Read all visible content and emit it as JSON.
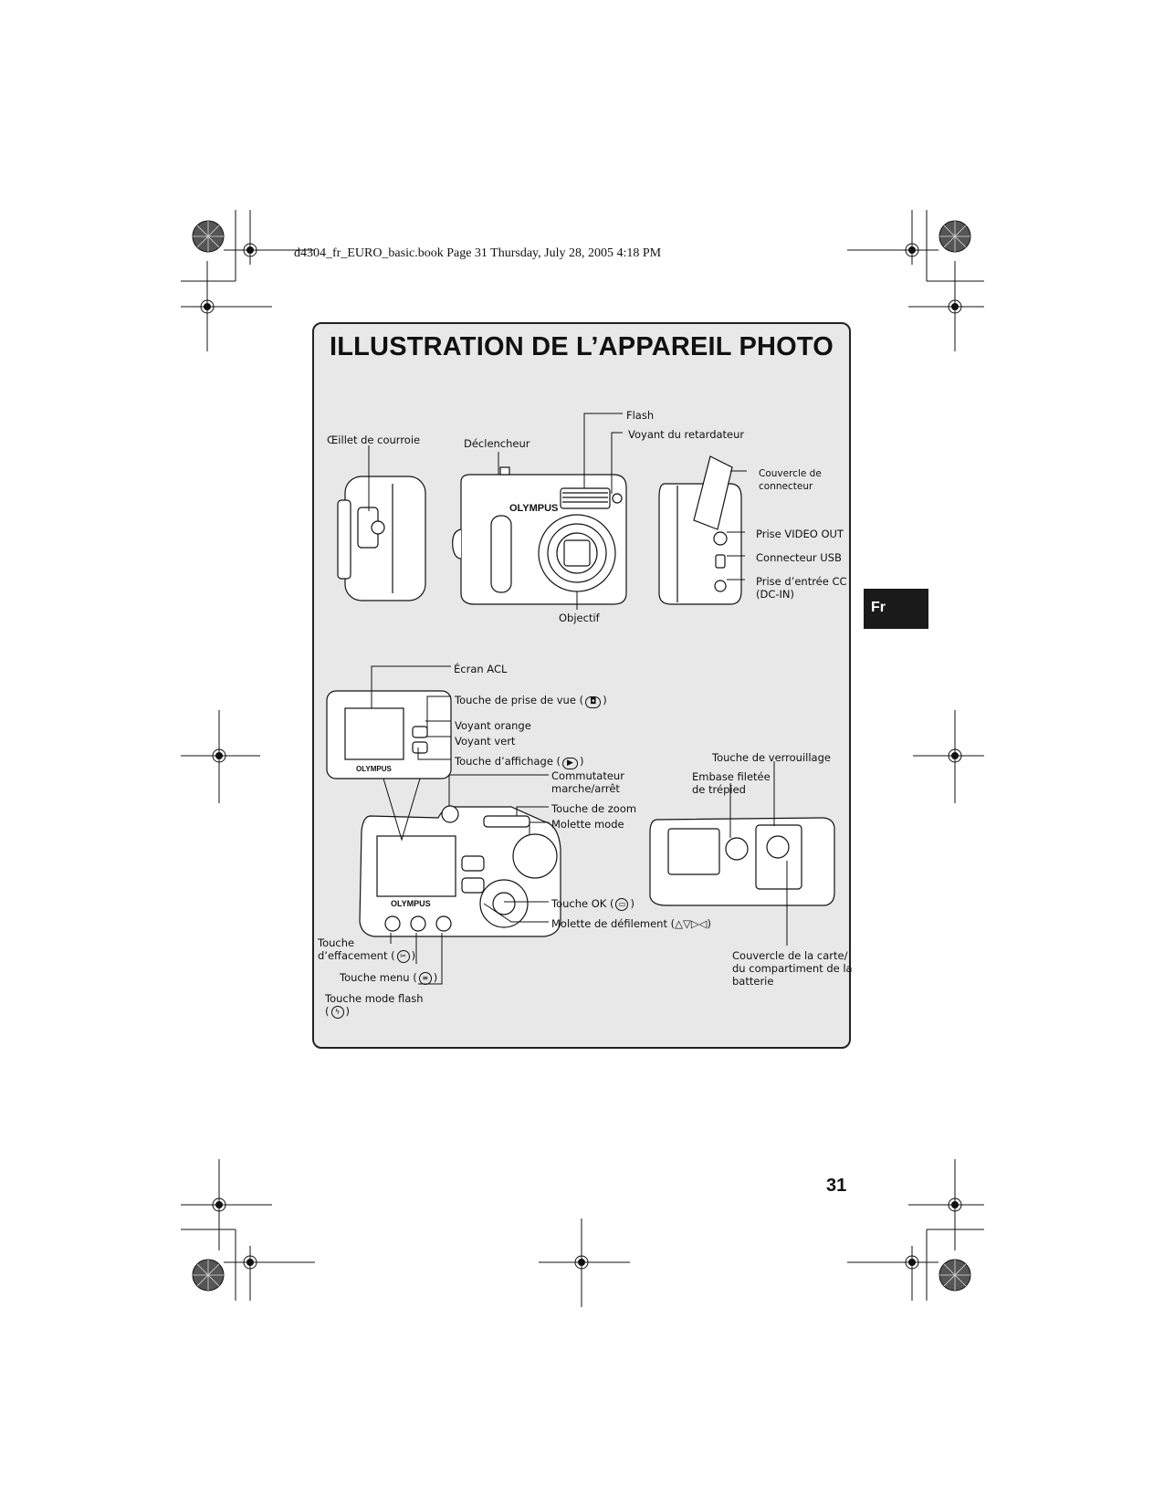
{
  "header": {
    "file_line": "d4304_fr_EURO_basic.book  Page 31  Thursday, July 28, 2005  4:18 PM"
  },
  "title": "ILLUSTRATION DE L’APPAREIL PHOTO",
  "lang_tab": "Fr",
  "page_number": "31",
  "camera": {
    "brand": "OLYMPUS"
  },
  "labels": {
    "eyelet": "Œillet de courroie",
    "shutter": "Déclencheur",
    "flash": "Flash",
    "selftimer": "Voyant du retardateur",
    "connector_cover_1": "Couvercle de",
    "connector_cover_2": "connecteur",
    "video_out": "Prise VIDEO OUT",
    "usb": "Connecteur USB",
    "dcin_1": "Prise d’entrée CC",
    "dcin_2": "(DC-IN)",
    "lens": "Objectif",
    "lcd": "Écran ACL",
    "shoot_btn": "Touche de prise de vue (",
    "orange_led": "Voyant orange",
    "green_led": "Voyant vert",
    "display_btn": "Touche d’affichage (",
    "power_1": "Commutateur",
    "power_2": "marche/arrêt",
    "zoom": "Touche de zoom",
    "mode_dial": "Molette mode",
    "ok_btn": "Touche OK (",
    "arrow_pad": "Molette de défilement (",
    "arrow_symbols": "△▽▷◁",
    "lock_btn": "Touche de verrouillage",
    "tripod_1": "Embase filetée",
    "tripod_2": "de trépied",
    "erase_1": "Touche",
    "erase_2": "d’effacement (",
    "menu_btn": "Touche menu (",
    "flash_btn_1": "Touche mode flash",
    "flash_btn_2": "(",
    "card_cover_1": "Couvercle de la carte/",
    "card_cover_2": "du compartiment de la",
    "card_cover_3": "batterie",
    "paren_close": ")"
  }
}
